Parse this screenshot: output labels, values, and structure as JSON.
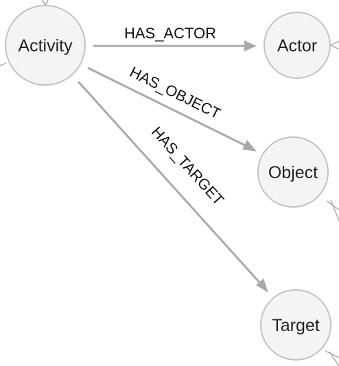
{
  "graph": {
    "nodes": {
      "activity": "Activity",
      "actor": "Actor",
      "object": "Object",
      "target": "Target"
    },
    "edges": {
      "has_actor": "HAS_ACTOR",
      "has_object": "HAS_OBJECT",
      "has_target": "HAS_TARGET"
    },
    "colors": {
      "node_fill": "#f4f4f4",
      "node_stroke": "#c2c2c2",
      "edge": "#a9a9a9",
      "text": "#222222"
    }
  }
}
